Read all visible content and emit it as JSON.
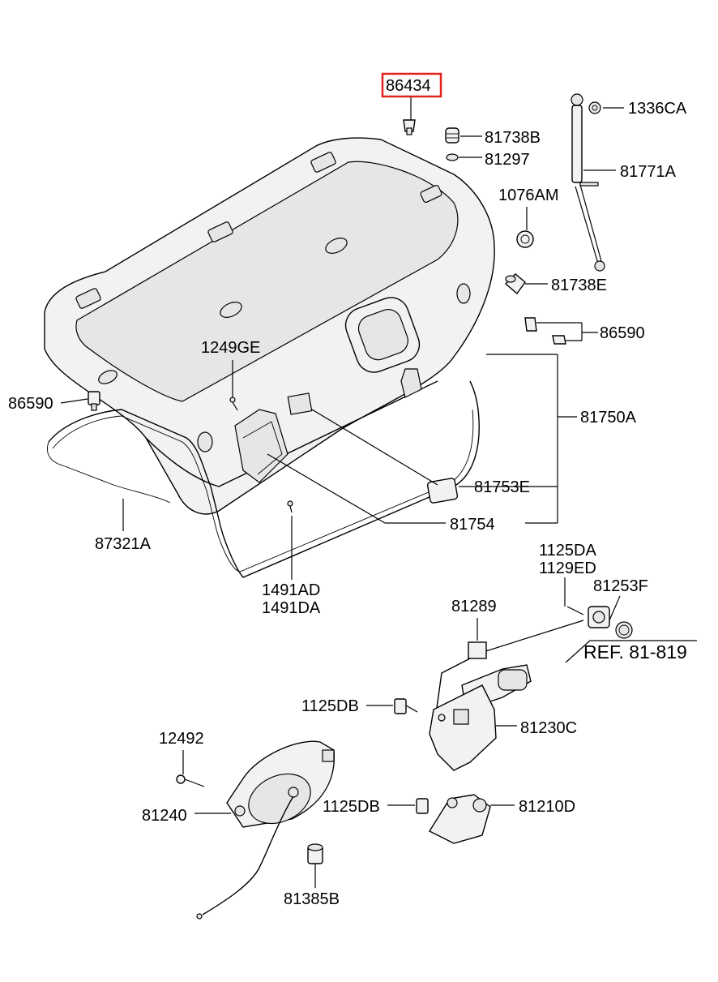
{
  "diagram": {
    "highlight_color": "#e0221b",
    "labels": {
      "p86434": "86434",
      "p1336CA": "1336CA",
      "p81738B": "81738B",
      "p81297": "81297",
      "p81771A": "81771A",
      "p1076AM": "1076AM",
      "p81738E": "81738E",
      "p86590_right": "86590",
      "p1249GE": "1249GE",
      "p86590_left": "86590",
      "p81750A": "81750A",
      "p81753E": "81753E",
      "p81754": "81754",
      "p87321A": "87321A",
      "p1491AD": "1491AD",
      "p1491DA": "1491DA",
      "p1125DA": "1125DA",
      "p1129ED": "1129ED",
      "p81253F": "81253F",
      "p81289": "81289",
      "ref": "REF. 81-819",
      "p1125DB_upper": "1125DB",
      "p81230C": "81230C",
      "p12492": "12492",
      "p81240": "81240",
      "p1125DB_lower": "1125DB",
      "p81210D": "81210D",
      "p81385B": "81385B"
    }
  }
}
